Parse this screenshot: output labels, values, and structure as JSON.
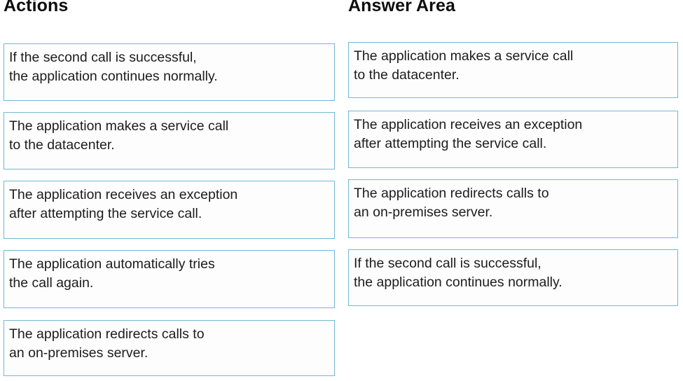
{
  "actions": {
    "heading": "Actions",
    "items": [
      {
        "line1": "If the second call is successful,",
        "line2": "the application continues normally."
      },
      {
        "line1": "The application makes a service call",
        "line2": "to the datacenter."
      },
      {
        "line1": "The application receives an exception",
        "line2": "after attempting the service call."
      },
      {
        "line1": "The application automatically tries",
        "line2": "the call again."
      },
      {
        "line1": "The application redirects calls to",
        "line2": "an on-premises server."
      }
    ]
  },
  "answer_area": {
    "heading": "Answer Area",
    "items": [
      {
        "line1": "The application makes a service call",
        "line2": "to the datacenter."
      },
      {
        "line1": "The application receives an exception",
        "line2": "after attempting the service call."
      },
      {
        "line1": "The application redirects calls to",
        "line2": "an on-premises server."
      },
      {
        "line1": "If the second call is successful,",
        "line2": "the application continues normally."
      }
    ]
  },
  "style": {
    "border_color": "#72b9d0",
    "card_background": "#fdfdfd",
    "text_color": "#1c1c1c",
    "page_background": "#ffffff"
  }
}
